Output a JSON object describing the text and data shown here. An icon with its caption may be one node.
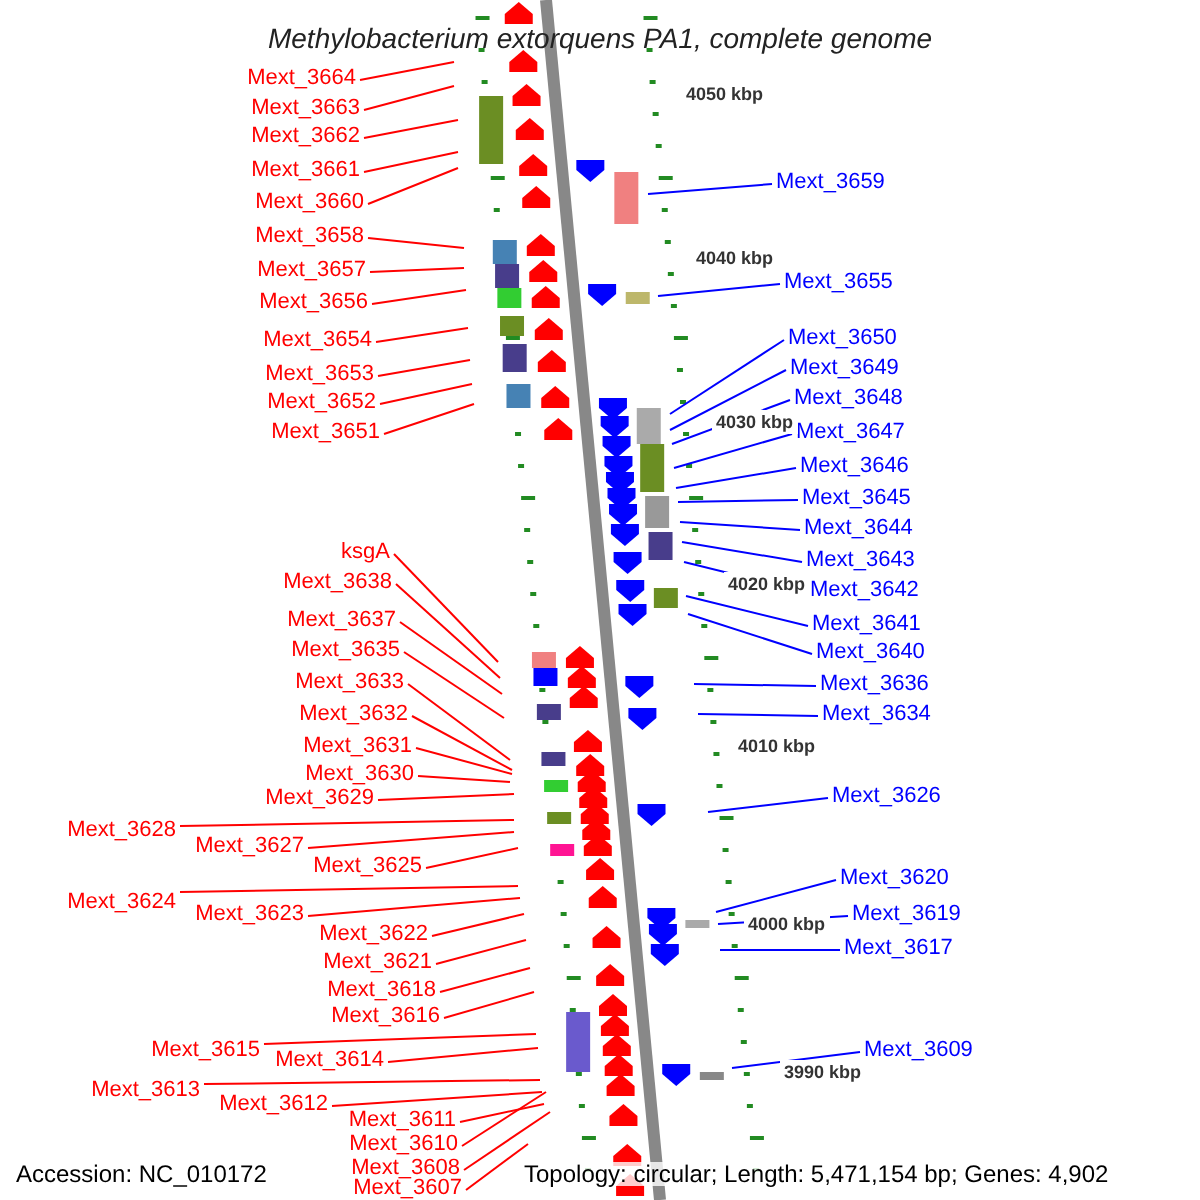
{
  "diagram": {
    "title": "Methylobacterium extorquens PA1, complete genome",
    "nodes": [
      {
        "text": [
          "Mext_3664"
        ]
      },
      {
        "text": [
          "Mext_3663"
        ]
      },
      {
        "text": [
          "Mext_3662"
        ]
      },
      {
        "text": [
          "Mext_3661"
        ]
      },
      {
        "text": [
          "Mext_3660"
        ]
      },
      {
        "text": [
          "Mext_3658"
        ]
      },
      {
        "text": [
          "Mext_3657"
        ]
      },
      {
        "text": [
          "Mext_3656"
        ]
      },
      {
        "text": [
          "Mext_3654"
        ]
      },
      {
        "text": [
          "Mext_3653"
        ]
      },
      {
        "text": [
          "Mext_3652"
        ]
      },
      {
        "text": [
          "Mext_3651"
        ]
      },
      {
        "text": [
          "ksgA"
        ]
      },
      {
        "text": [
          "Mext_3638"
        ]
      },
      {
        "text": [
          "Mext_3637"
        ]
      },
      {
        "text": [
          "Mext_3635"
        ]
      },
      {
        "text": [
          "Mext_3633"
        ]
      },
      {
        "text": [
          "Mext_3632"
        ]
      },
      {
        "text": [
          "Mext_3631"
        ]
      },
      {
        "text": [
          "Mext_3630"
        ]
      },
      {
        "text": [
          "Mext_3629"
        ]
      },
      {
        "text": [
          "Mext_3628"
        ]
      },
      {
        "text": [
          "Mext_3627"
        ]
      },
      {
        "text": [
          "Mext_3625"
        ]
      },
      {
        "text": [
          "Mext_3624"
        ]
      },
      {
        "text": [
          "Mext_3623"
        ]
      },
      {
        "text": [
          "Mext_3622"
        ]
      },
      {
        "text": [
          "Mext_3621"
        ]
      },
      {
        "text": [
          "Mext_3618"
        ]
      },
      {
        "text": [
          "Mext_3616"
        ]
      },
      {
        "text": [
          "Mext_3615"
        ]
      },
      {
        "text": [
          "Mext_3614"
        ]
      },
      {
        "text": [
          "Mext_3613"
        ]
      },
      {
        "text": [
          "Mext_3612"
        ]
      },
      {
        "text": [
          "Mext_3611"
        ]
      },
      {
        "text": [
          "Mext_3610"
        ]
      },
      {
        "text": [
          "Mext_3608"
        ]
      },
      {
        "text": [
          "Mext_3607"
        ]
      },
      {
        "text": [
          "Mext_3659"
        ]
      },
      {
        "text": [
          "Mext_3655"
        ]
      },
      {
        "text": [
          "Mext_3650"
        ]
      },
      {
        "text": [
          "Mext_3649"
        ]
      },
      {
        "text": [
          "Mext_3648"
        ]
      },
      {
        "text": [
          "Mext_3647"
        ]
      },
      {
        "text": [
          "Mext_3646"
        ]
      },
      {
        "text": [
          "Mext_3645"
        ]
      },
      {
        "text": [
          "Mext_3644"
        ]
      },
      {
        "text": [
          "Mext_3643"
        ]
      },
      {
        "text": [
          "Mext_3642"
        ]
      },
      {
        "text": [
          "Mext_3641"
        ]
      },
      {
        "text": [
          "Mext_3640"
        ]
      },
      {
        "text": [
          "Mext_3636"
        ]
      },
      {
        "text": [
          "Mext_3634"
        ]
      },
      {
        "text": [
          "Mext_3626"
        ]
      },
      {
        "text": [
          "Mext_3620"
        ]
      },
      {
        "text": [
          "Mext_3619"
        ]
      },
      {
        "text": [
          "Mext_3617"
        ]
      },
      {
        "text": [
          "Mext_3609"
        ]
      }
    ],
    "edges": [
      {
        "from": 0,
        "to": null,
        "arrow": "none"
      },
      {
        "from": 1,
        "to": null,
        "arrow": "none"
      },
      {
        "from": 2,
        "to": null,
        "arrow": "none"
      },
      {
        "from": 3,
        "to": null,
        "arrow": "none"
      },
      {
        "from": 4,
        "to": null,
        "arrow": "none"
      },
      {
        "from": 5,
        "to": null,
        "arrow": "none"
      },
      {
        "from": 6,
        "to": null,
        "arrow": "none"
      },
      {
        "from": 7,
        "to": null,
        "arrow": "none"
      },
      {
        "from": 8,
        "to": null,
        "arrow": "none"
      },
      {
        "from": 9,
        "to": null,
        "arrow": "none"
      },
      {
        "from": 10,
        "to": null,
        "arrow": "none"
      },
      {
        "from": 11,
        "to": null,
        "arrow": "none"
      },
      {
        "from": 12,
        "to": null,
        "arrow": "none"
      },
      {
        "from": 13,
        "to": null,
        "arrow": "none"
      },
      {
        "from": 14,
        "to": null,
        "arrow": "none"
      },
      {
        "from": 15,
        "to": null,
        "arrow": "none"
      },
      {
        "from": 16,
        "to": null,
        "arrow": "none"
      },
      {
        "from": 17,
        "to": null,
        "arrow": "none"
      },
      {
        "from": 18,
        "to": null,
        "arrow": "none"
      },
      {
        "from": 19,
        "to": null,
        "arrow": "none"
      },
      {
        "from": 20,
        "to": null,
        "arrow": "none"
      },
      {
        "from": 21,
        "to": null,
        "arrow": "none"
      },
      {
        "from": 22,
        "to": null,
        "arrow": "none"
      },
      {
        "from": 23,
        "to": null,
        "arrow": "none"
      },
      {
        "from": 24,
        "to": null,
        "arrow": "none"
      },
      {
        "from": 25,
        "to": null,
        "arrow": "none"
      },
      {
        "from": 26,
        "to": null,
        "arrow": "none"
      },
      {
        "from": 27,
        "to": null,
        "arrow": "none"
      },
      {
        "from": 28,
        "to": null,
        "arrow": "none"
      },
      {
        "from": 29,
        "to": null,
        "arrow": "none"
      },
      {
        "from": 30,
        "to": null,
        "arrow": "none"
      },
      {
        "from": 31,
        "to": null,
        "arrow": "none"
      },
      {
        "from": 32,
        "to": null,
        "arrow": "none"
      },
      {
        "from": 33,
        "to": null,
        "arrow": "none"
      },
      {
        "from": 34,
        "to": null,
        "arrow": "none"
      },
      {
        "from": 35,
        "to": null,
        "arrow": "none"
      },
      {
        "from": 36,
        "to": null,
        "arrow": "none"
      },
      {
        "from": 37,
        "to": null,
        "arrow": "none"
      },
      {
        "from": 38,
        "to": null,
        "arrow": "none",
        "color": "#0000ff"
      },
      {
        "from": 39,
        "to": null,
        "arrow": "none",
        "color": "#0000ff"
      },
      {
        "from": 40,
        "to": null,
        "arrow": "none",
        "color": "#0000ff"
      },
      {
        "from": 41,
        "to": null,
        "arrow": "none",
        "color": "#0000ff"
      },
      {
        "from": 42,
        "to": null,
        "arrow": "none",
        "color": "#0000ff"
      },
      {
        "from": 43,
        "to": null,
        "arrow": "none",
        "color": "#0000ff"
      },
      {
        "from": 44,
        "to": null,
        "arrow": "none",
        "color": "#0000ff"
      },
      {
        "from": 45,
        "to": null,
        "arrow": "none",
        "color": "#0000ff"
      },
      {
        "from": 46,
        "to": null,
        "arrow": "none",
        "color": "#0000ff"
      },
      {
        "from": 47,
        "to": null,
        "arrow": "none",
        "color": "#0000ff"
      },
      {
        "from": 48,
        "to": null,
        "arrow": "none",
        "color": "#0000ff"
      },
      {
        "from": 49,
        "to": null,
        "arrow": "none",
        "color": "#0000ff"
      },
      {
        "from": 50,
        "to": null,
        "arrow": "none",
        "color": "#0000ff"
      },
      {
        "from": 51,
        "to": null,
        "arrow": "none",
        "color": "#0000ff"
      },
      {
        "from": 52,
        "to": null,
        "arrow": "none",
        "color": "#0000ff"
      },
      {
        "from": 53,
        "to": null,
        "arrow": "none",
        "color": "#0000ff"
      },
      {
        "from": 54,
        "to": null,
        "arrow": "none",
        "color": "#0000ff"
      },
      {
        "from": 55,
        "to": null,
        "arrow": "none",
        "color": "#0000ff"
      },
      {
        "from": 56,
        "to": null,
        "arrow": "none",
        "color": "#0000ff"
      },
      {
        "from": 57,
        "to": null,
        "arrow": "none",
        "color": "#0000ff"
      }
    ],
    "labels": [
      "4050 kbp",
      "4040 kbp",
      "4030 kbp",
      "4020 kbp",
      "4010 kbp",
      "4000 kbp",
      "3990 kbp",
      "Accession: NC_010172",
      "Topology: circular; Length: 5,471,154 bp; Genes: 4,902"
    ]
  }
}
